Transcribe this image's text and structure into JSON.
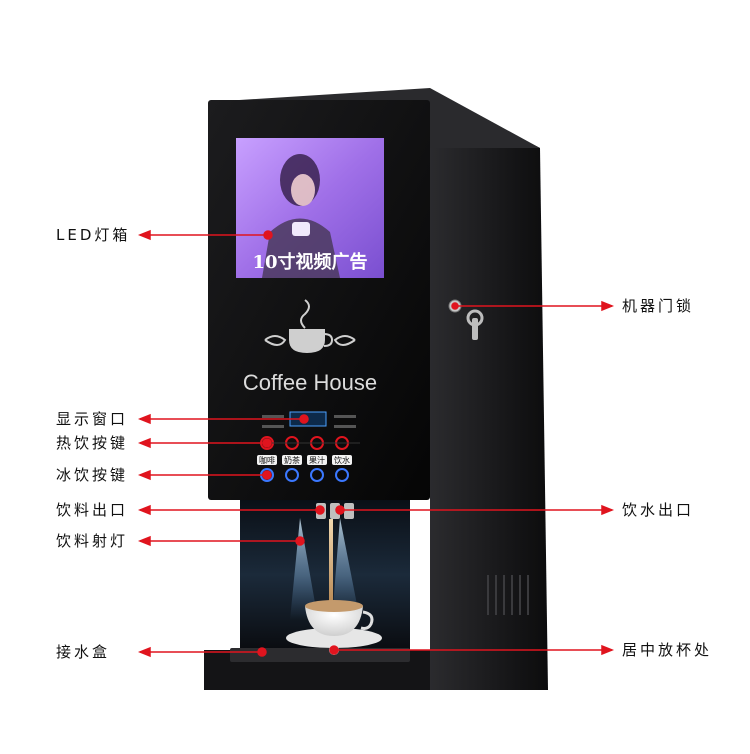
{
  "colors": {
    "annotation_red": "#e0141e",
    "machine_body": "#1a1a1c",
    "screen_purple": "#a070e8"
  },
  "screen_caption": "10寸视频广告",
  "brand_name": "Coffee House",
  "buttons": {
    "cold_labels": [
      "咖啡",
      "奶茶",
      "果汁",
      "饮水"
    ]
  },
  "annotations": {
    "left": [
      {
        "text": "LED灯箱"
      },
      {
        "text": "显示窗口"
      },
      {
        "text": "热饮按键"
      },
      {
        "text": "冰饮按键"
      },
      {
        "text": "饮料出口"
      },
      {
        "text": "饮料射灯"
      },
      {
        "text": "接水盒"
      }
    ],
    "right": [
      {
        "text": "机器门锁"
      },
      {
        "text": "饮水出口"
      },
      {
        "text": "居中放杯处"
      }
    ]
  }
}
